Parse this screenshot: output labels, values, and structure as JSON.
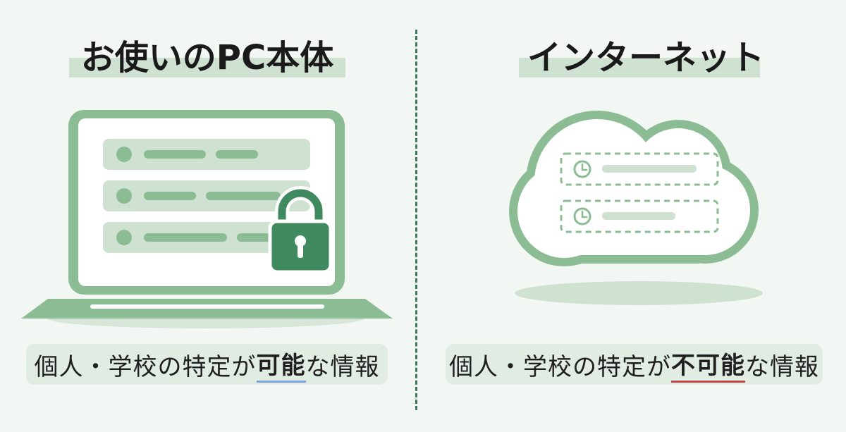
{
  "left": {
    "title": "お使いのPC本体",
    "caption": {
      "pre": "個人・学校の特定が",
      "emphasis": "可能",
      "post": "な情報"
    }
  },
  "right": {
    "title": "インターネット",
    "caption": {
      "pre": "個人・学校の特定が",
      "emphasis": "不可能",
      "post": "な情報"
    }
  },
  "icons": [
    "laptop-icon",
    "lock-icon",
    "cloud-icon",
    "clock-icon"
  ],
  "colors": {
    "background": "#f3f7f3",
    "primary_green": "#8cbc94",
    "light_green": "#cfe2d2",
    "dark_green": "#3f8a5e",
    "divider": "#3a7a5c",
    "underline_possible": "#7ea6dd",
    "underline_impossible": "#c04848"
  }
}
